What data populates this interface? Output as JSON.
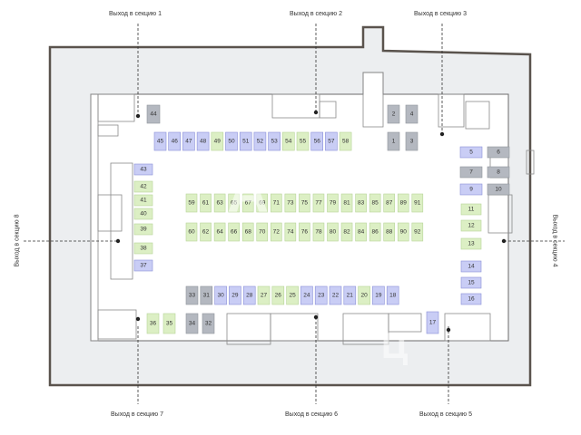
{
  "colors": {
    "green": "#dcefc4",
    "blue": "#c9cdf5",
    "gray": "#b4b8c0",
    "blue_stroke": "#8a8fd8",
    "gray_stroke": "#8f949c",
    "green_stroke": "#b7d49a",
    "outline": "#5a534d",
    "outer_fill": "#eceef0",
    "inner_fill": "#ffffff"
  },
  "exits": {
    "top_1": "Выход в секцию 1",
    "top_2": "Выход в секцию 2",
    "top_3": "Выход в секцию 3",
    "right_4": "Выход в секцию 4",
    "bottom_5": "Выход в секцию 5",
    "bottom_6": "Выход в секцию 6",
    "bottom_7": "Выход в секцию 7",
    "left_8": "Выход в секцию 8"
  },
  "spots": [
    {
      "n": "44",
      "c": "gray"
    },
    {
      "n": "45",
      "c": "blue"
    },
    {
      "n": "46",
      "c": "blue"
    },
    {
      "n": "47",
      "c": "blue"
    },
    {
      "n": "48",
      "c": "blue"
    },
    {
      "n": "49",
      "c": "green"
    },
    {
      "n": "50",
      "c": "blue"
    },
    {
      "n": "51",
      "c": "blue"
    },
    {
      "n": "52",
      "c": "blue"
    },
    {
      "n": "53",
      "c": "blue"
    },
    {
      "n": "54",
      "c": "green"
    },
    {
      "n": "55",
      "c": "green"
    },
    {
      "n": "56",
      "c": "blue"
    },
    {
      "n": "57",
      "c": "blue"
    },
    {
      "n": "58",
      "c": "green"
    },
    {
      "n": "2",
      "c": "gray"
    },
    {
      "n": "4",
      "c": "gray"
    },
    {
      "n": "1",
      "c": "gray"
    },
    {
      "n": "3",
      "c": "gray"
    },
    {
      "n": "43",
      "c": "blue"
    },
    {
      "n": "42",
      "c": "green"
    },
    {
      "n": "41",
      "c": "green"
    },
    {
      "n": "40",
      "c": "green"
    },
    {
      "n": "39",
      "c": "green"
    },
    {
      "n": "38",
      "c": "green"
    },
    {
      "n": "37",
      "c": "blue"
    },
    {
      "n": "5",
      "c": "blue"
    },
    {
      "n": "6",
      "c": "gray"
    },
    {
      "n": "7",
      "c": "gray"
    },
    {
      "n": "8",
      "c": "gray"
    },
    {
      "n": "9",
      "c": "blue"
    },
    {
      "n": "10",
      "c": "gray"
    },
    {
      "n": "11",
      "c": "green"
    },
    {
      "n": "12",
      "c": "green"
    },
    {
      "n": "13",
      "c": "green"
    },
    {
      "n": "14",
      "c": "blue"
    },
    {
      "n": "15",
      "c": "blue"
    },
    {
      "n": "16",
      "c": "blue"
    },
    {
      "n": "59",
      "c": "green"
    },
    {
      "n": "61",
      "c": "green"
    },
    {
      "n": "63",
      "c": "green"
    },
    {
      "n": "65",
      "c": "green"
    },
    {
      "n": "67",
      "c": "green"
    },
    {
      "n": "69",
      "c": "green"
    },
    {
      "n": "71",
      "c": "green"
    },
    {
      "n": "73",
      "c": "green"
    },
    {
      "n": "75",
      "c": "green"
    },
    {
      "n": "77",
      "c": "green"
    },
    {
      "n": "79",
      "c": "green"
    },
    {
      "n": "81",
      "c": "green"
    },
    {
      "n": "83",
      "c": "green"
    },
    {
      "n": "85",
      "c": "green"
    },
    {
      "n": "87",
      "c": "green"
    },
    {
      "n": "89",
      "c": "green"
    },
    {
      "n": "91",
      "c": "green"
    },
    {
      "n": "60",
      "c": "green"
    },
    {
      "n": "62",
      "c": "green"
    },
    {
      "n": "64",
      "c": "green"
    },
    {
      "n": "66",
      "c": "green"
    },
    {
      "n": "68",
      "c": "green"
    },
    {
      "n": "70",
      "c": "green"
    },
    {
      "n": "72",
      "c": "green"
    },
    {
      "n": "74",
      "c": "green"
    },
    {
      "n": "76",
      "c": "green"
    },
    {
      "n": "78",
      "c": "green"
    },
    {
      "n": "80",
      "c": "green"
    },
    {
      "n": "82",
      "c": "green"
    },
    {
      "n": "84",
      "c": "green"
    },
    {
      "n": "86",
      "c": "green"
    },
    {
      "n": "88",
      "c": "green"
    },
    {
      "n": "90",
      "c": "green"
    },
    {
      "n": "92",
      "c": "green"
    },
    {
      "n": "33",
      "c": "gray"
    },
    {
      "n": "31",
      "c": "gray"
    },
    {
      "n": "30",
      "c": "blue"
    },
    {
      "n": "29",
      "c": "blue"
    },
    {
      "n": "28",
      "c": "blue"
    },
    {
      "n": "27",
      "c": "green"
    },
    {
      "n": "26",
      "c": "green"
    },
    {
      "n": "25",
      "c": "green"
    },
    {
      "n": "24",
      "c": "blue"
    },
    {
      "n": "23",
      "c": "blue"
    },
    {
      "n": "22",
      "c": "blue"
    },
    {
      "n": "21",
      "c": "blue"
    },
    {
      "n": "20",
      "c": "green"
    },
    {
      "n": "19",
      "c": "blue"
    },
    {
      "n": "18",
      "c": "blue"
    },
    {
      "n": "36",
      "c": "green"
    },
    {
      "n": "35",
      "c": "green"
    },
    {
      "n": "34",
      "c": "gray"
    },
    {
      "n": "32",
      "c": "gray"
    },
    {
      "n": "17",
      "c": "blue"
    }
  ]
}
